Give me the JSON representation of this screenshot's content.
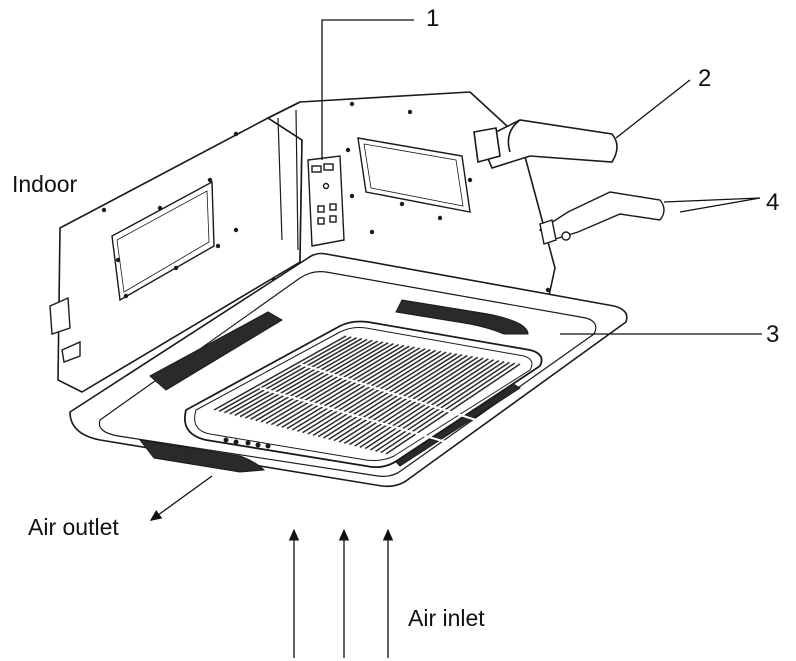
{
  "labels": {
    "indoor": "Indoor",
    "air_outlet": "Air outlet",
    "air_inlet": "Air inlet"
  },
  "callouts": [
    "1",
    "2",
    "3",
    "4"
  ],
  "colors": {
    "line": "#1a1a1a",
    "grille": "#2a2a2a",
    "bg": "#ffffff"
  }
}
